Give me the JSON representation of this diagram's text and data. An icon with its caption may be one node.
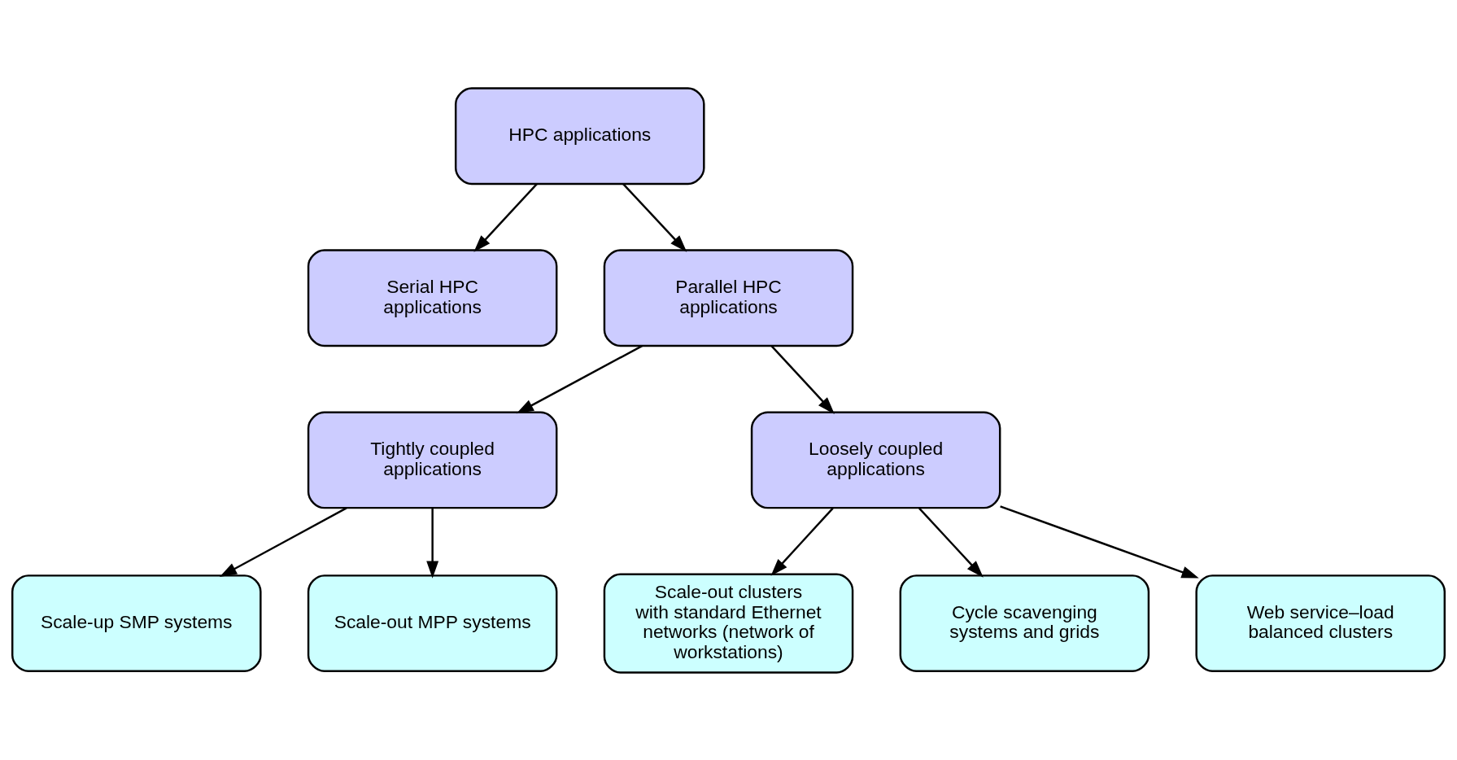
{
  "diagram": {
    "nodes": [
      {
        "text": [
          "HPC applications"
        ]
      },
      {
        "text": [
          "Serial HPC applications"
        ]
      },
      {
        "text": [
          "Parallel HPC applications"
        ]
      },
      {
        "text": [
          "Tightly coupled applications"
        ]
      },
      {
        "text": [
          "Loosely coupled applications"
        ]
      },
      {
        "text": [
          "Scale-up SMP systems"
        ]
      },
      {
        "text": [
          "Scale-out MPP systems"
        ]
      },
      {
        "text": [
          "Scale-out clusters with standard Ethernet networks (network of workstations)"
        ]
      },
      {
        "text": [
          "Cycle scavenging systems and grids"
        ]
      },
      {
        "text": [
          "Web service–load balanced clusters"
        ]
      }
    ],
    "edges": [
      {
        "from": 0,
        "to": 1,
        "arrow": "to"
      },
      {
        "from": 0,
        "to": 2,
        "arrow": "to"
      },
      {
        "from": 2,
        "to": 3,
        "arrow": "to"
      },
      {
        "from": 2,
        "to": 4,
        "arrow": "to"
      },
      {
        "from": 3,
        "to": 5,
        "arrow": "to"
      },
      {
        "from": 3,
        "to": 6,
        "arrow": "to"
      },
      {
        "from": 4,
        "to": 7,
        "arrow": "to"
      },
      {
        "from": 4,
        "to": 8,
        "arrow": "to"
      },
      {
        "from": 4,
        "to": 9,
        "arrow": "to"
      }
    ]
  }
}
